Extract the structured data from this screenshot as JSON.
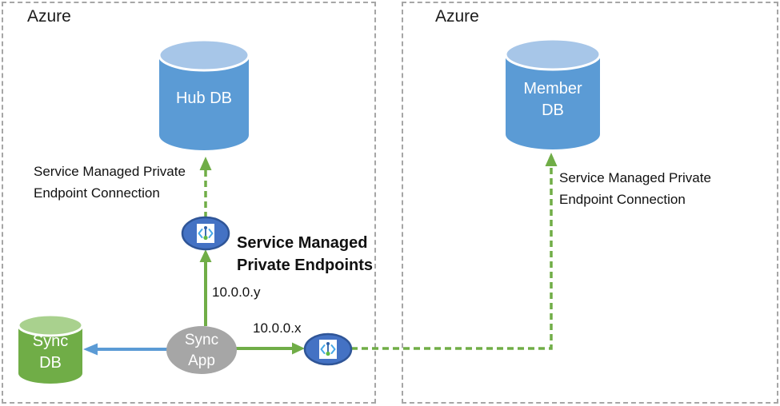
{
  "diagram": {
    "left_region": {
      "label": "Azure"
    },
    "right_region": {
      "label": "Azure"
    },
    "nodes": {
      "hub_db": {
        "label": "Hub DB"
      },
      "member_db": {
        "label": "Member\nDB"
      },
      "sync_db": {
        "label": "Sync\nDB"
      },
      "sync_app": {
        "label": "Sync\nApp"
      }
    },
    "annotations": {
      "left_connection": "Service Managed Private\nEndpoint Connection",
      "right_connection": "Service Managed Private\nEndpoint Connection",
      "private_endpoints_title": "Service Managed\nPrivate Endpoints",
      "ip_y": "10.0.0.y",
      "ip_x": "10.0.0.x"
    },
    "icons": {
      "private_endpoint": "angle-brackets-with-pin-and-green-dot"
    },
    "colors": {
      "db_blue": "#5B9BD5",
      "db_blue_top": "#A7C6E8",
      "db_green": "#70AD47",
      "db_green_top": "#A9D18E",
      "app_gray": "#A6A6A6",
      "endpoint_fill": "#4472C4",
      "endpoint_border": "#2F5597",
      "arrow_green": "#70AD47",
      "arrow_blue": "#5B9BD5",
      "region_border": "#A6A6A6",
      "icon_bracket_blue": "#47A8E8",
      "icon_pin_blue": "#2B5FA8",
      "icon_dot_green": "#5FBB46"
    }
  }
}
